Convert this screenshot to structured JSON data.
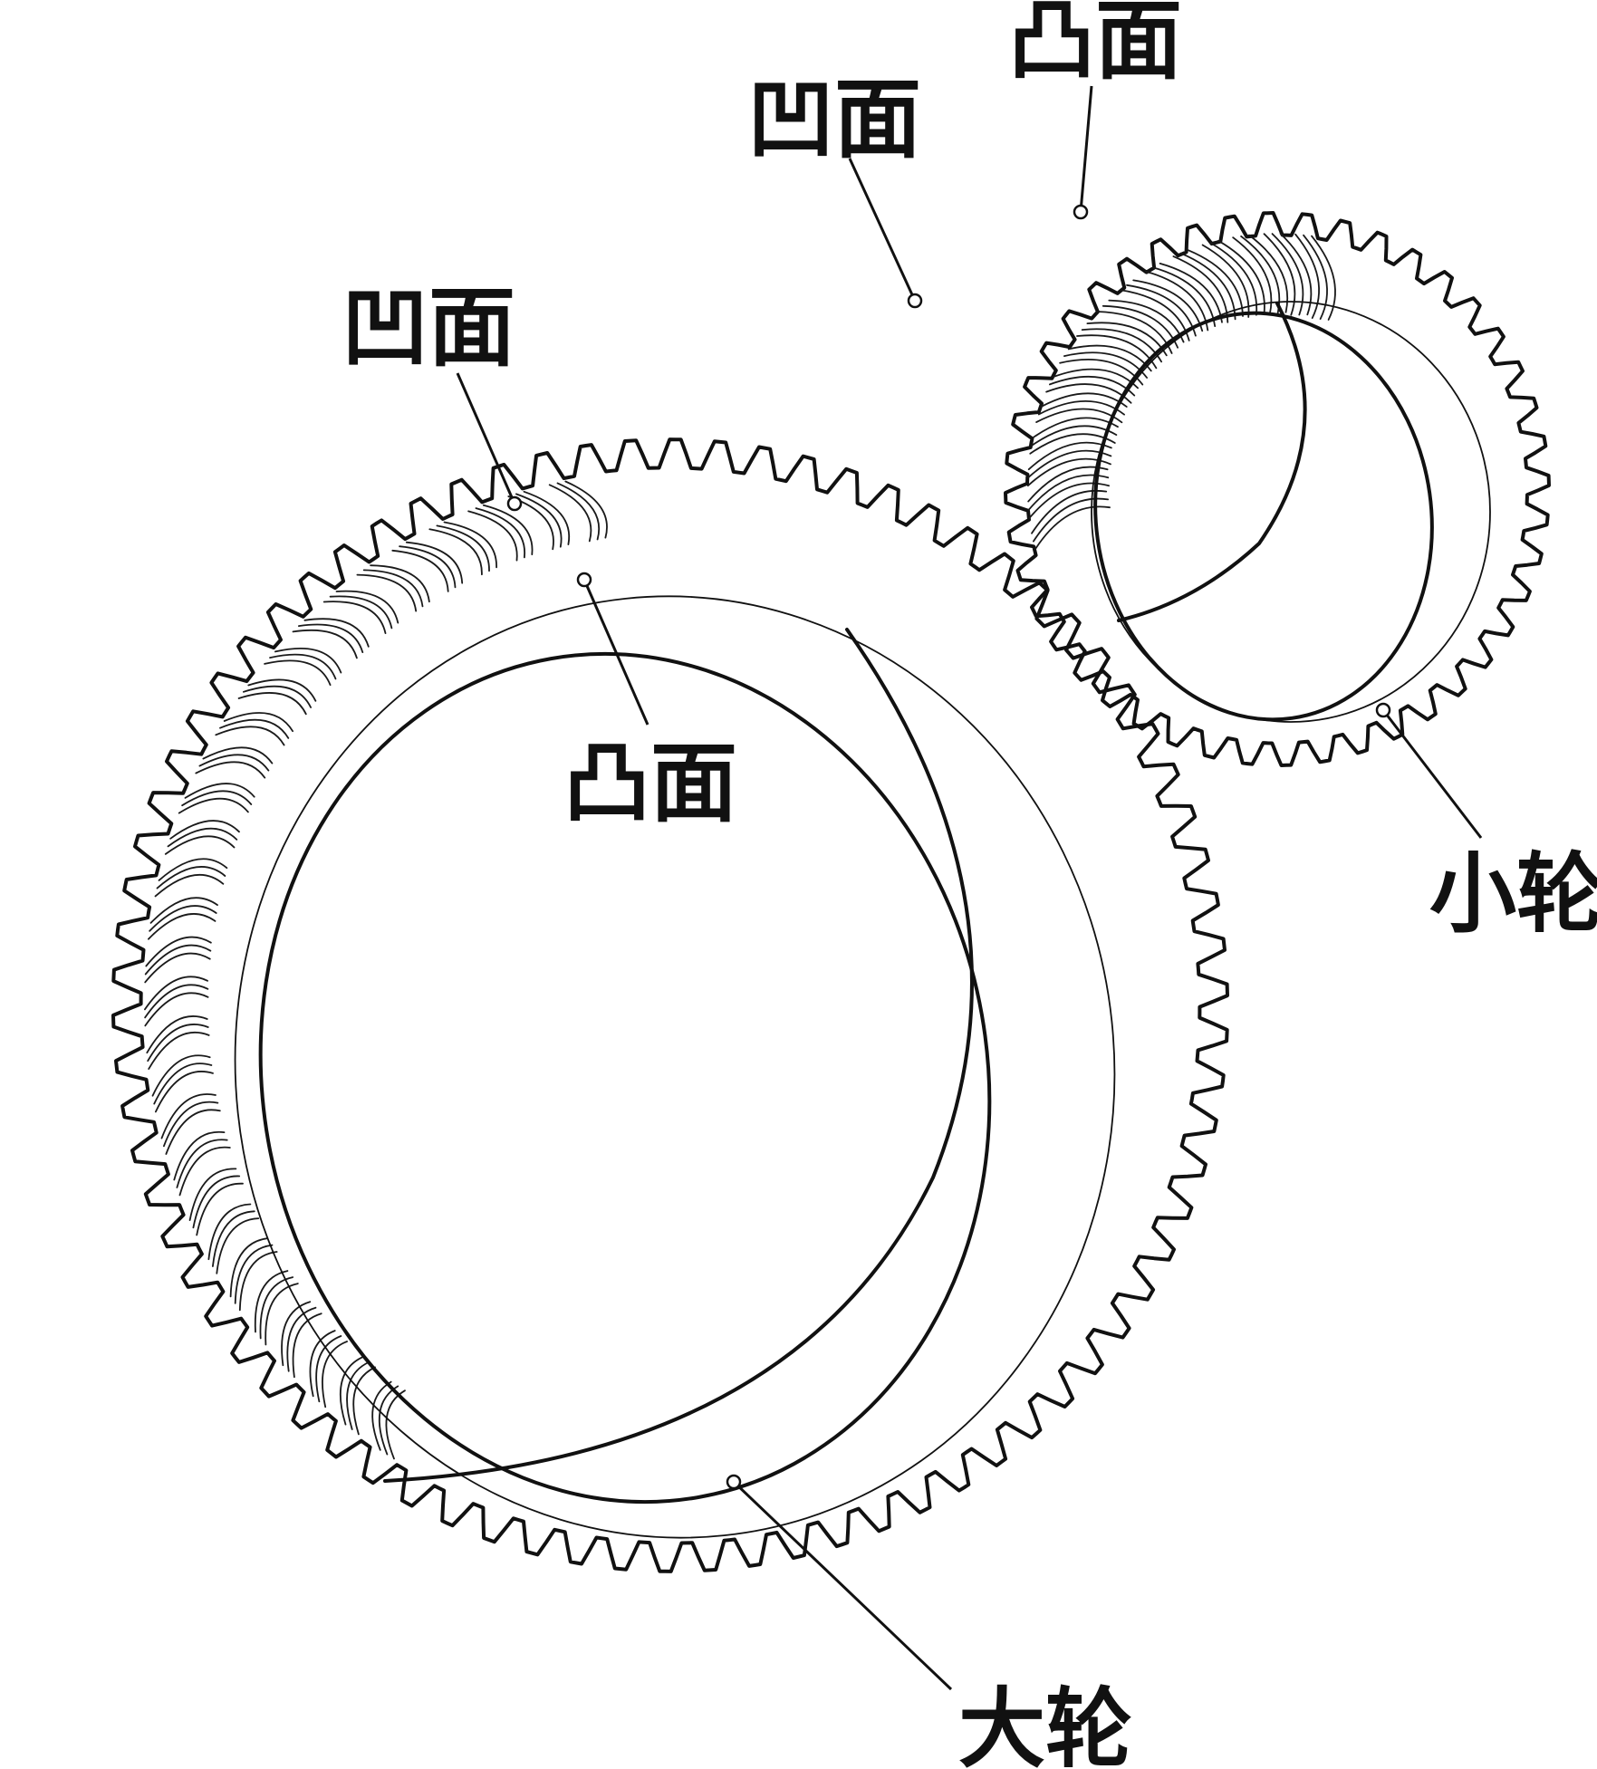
{
  "labels": {
    "large_concave": "凹面",
    "large_convex": "凸面",
    "small_concave": "凹面",
    "small_convex": "凸面",
    "small_wheel": "小轮",
    "large_wheel": "大轮"
  },
  "colors": {
    "line": "#111111",
    "background": "#ffffff"
  }
}
